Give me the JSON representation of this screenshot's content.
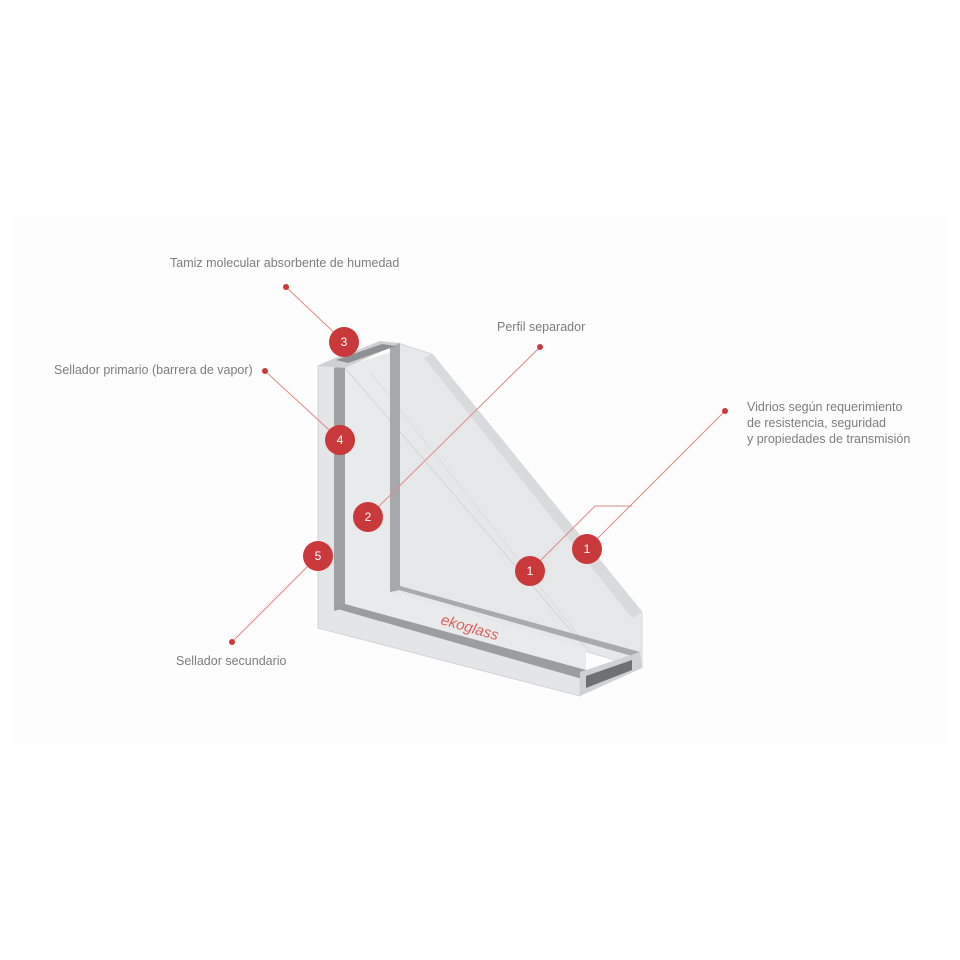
{
  "labels": {
    "tamiz": "Tamiz molecular absorbente de humedad",
    "perfil": "Perfil separador",
    "sellador_primario": "Sellador primario (barrera de vapor)",
    "vidrios_line1": "Vidrios según requerimiento",
    "vidrios_line2": "de resistencia, seguridad",
    "vidrios_line3": "y propiedades de transmisión",
    "sellador_secundario": "Sellador secundario"
  },
  "markers": {
    "m1a": "1",
    "m1b": "1",
    "m2": "2",
    "m3": "3",
    "m4": "4",
    "m5": "5"
  },
  "brand": "ekoglass",
  "colors": {
    "marker": "#c9393b",
    "leader": "#e08a86",
    "text": "#7d7d7d"
  }
}
